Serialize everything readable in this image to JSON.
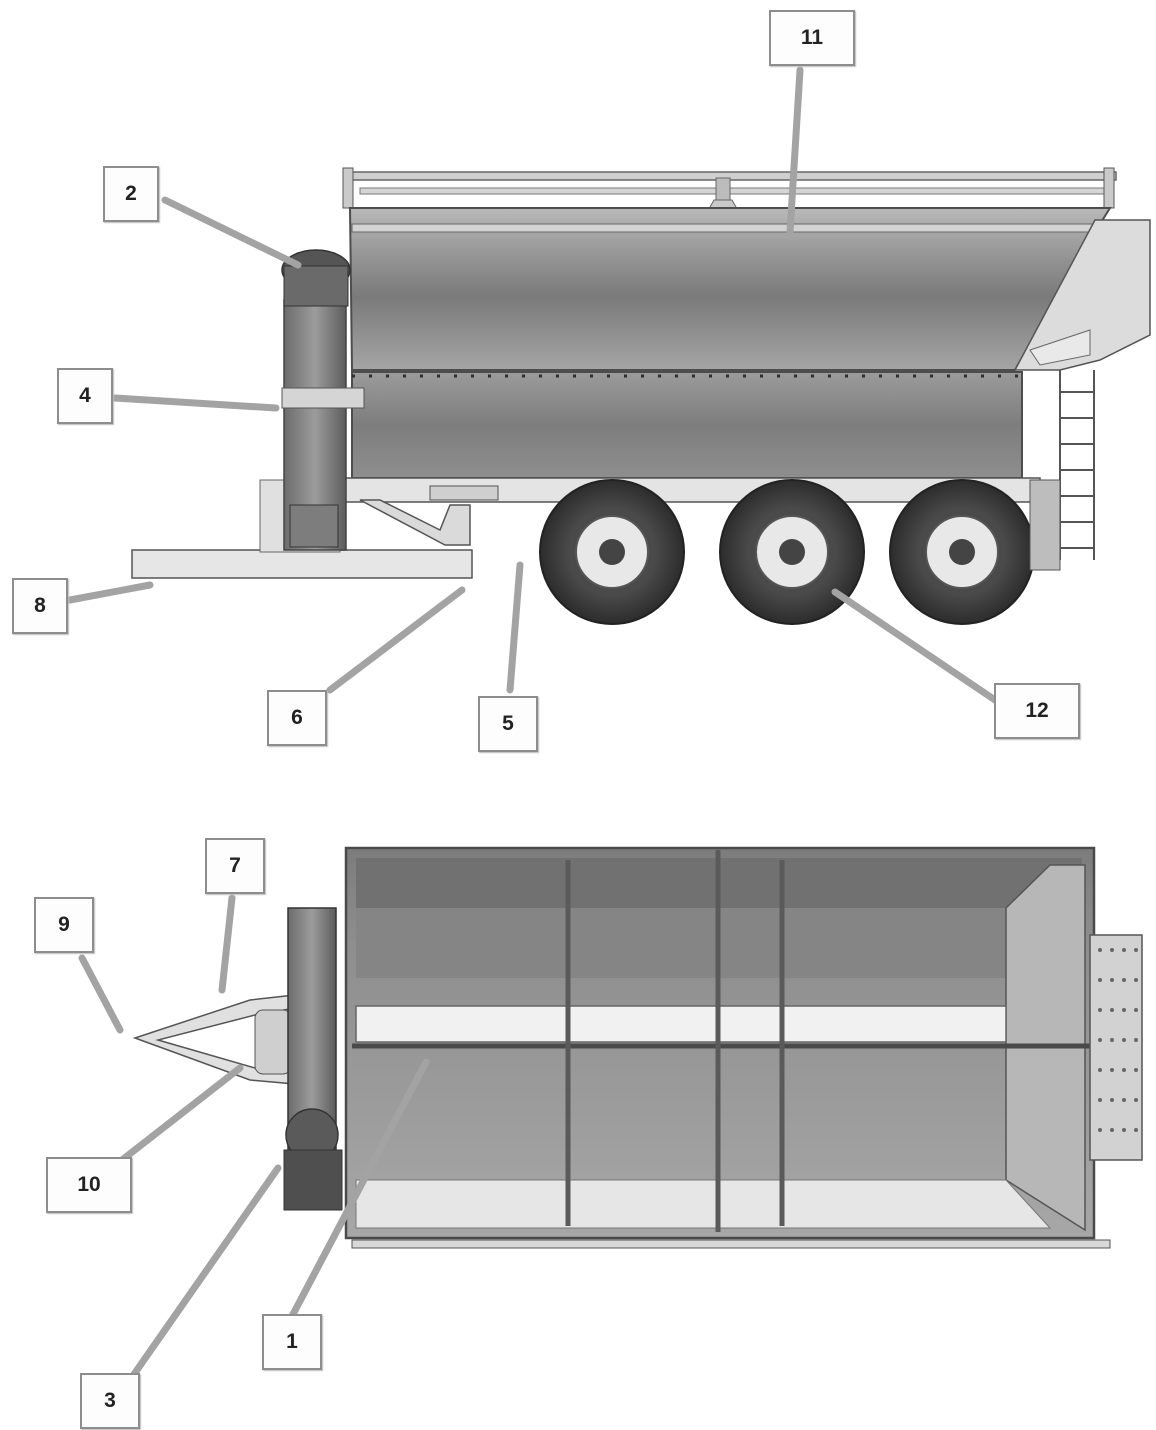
{
  "callouts": [
    {
      "id": "c1",
      "label": "1"
    },
    {
      "id": "c2",
      "label": "2"
    },
    {
      "id": "c3",
      "label": "3"
    },
    {
      "id": "c4",
      "label": "4"
    },
    {
      "id": "c5",
      "label": "5"
    },
    {
      "id": "c6",
      "label": "6"
    },
    {
      "id": "c7",
      "label": "7"
    },
    {
      "id": "c8",
      "label": "8"
    },
    {
      "id": "c9",
      "label": "9"
    },
    {
      "id": "c10",
      "label": "10"
    },
    {
      "id": "c11",
      "label": "11"
    },
    {
      "id": "c12",
      "label": "12"
    }
  ],
  "colors": {
    "steel_light": "#d9d9d9",
    "steel_mid": "#9a9a9a",
    "steel_dark": "#555555",
    "tire": "#3a3a3a",
    "leader": "#a3a3a3"
  }
}
